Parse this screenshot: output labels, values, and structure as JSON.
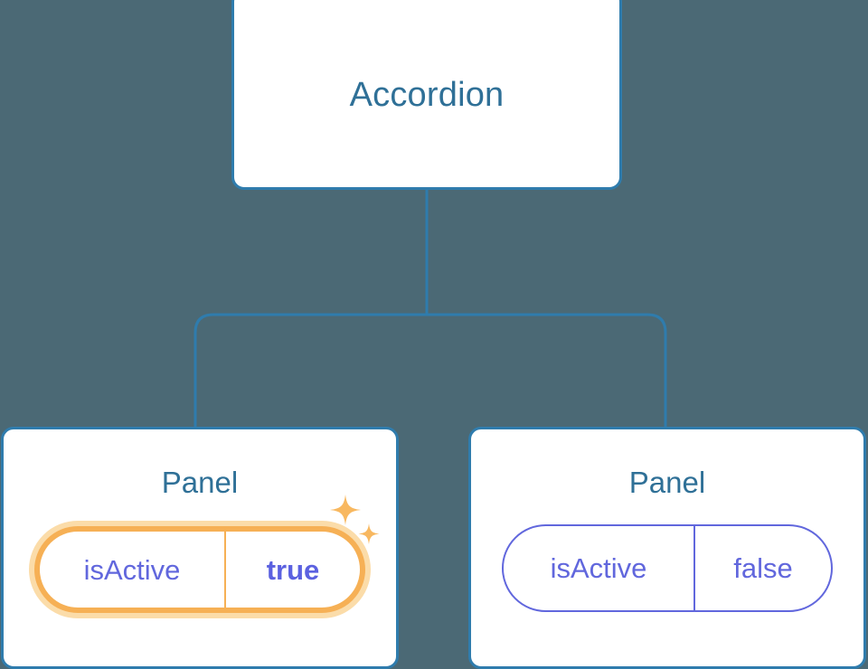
{
  "canvas": {
    "background_color": "#4b6975",
    "node_border_color": "#2f7cad",
    "node_title_color": "#2f7097",
    "connector_color": "#2f7cad",
    "prop_color": "#6167dd",
    "highlight_color": "#f6b055",
    "highlight_glow_color": "#fbdca9",
    "sparkle_color": "#f8b860"
  },
  "tree": {
    "root": {
      "title": "Accordion"
    },
    "children": [
      {
        "title": "Panel",
        "highlighted": true,
        "prop": {
          "key": "isActive",
          "value": "true"
        }
      },
      {
        "title": "Panel",
        "highlighted": false,
        "prop": {
          "key": "isActive",
          "value": "false"
        }
      }
    ]
  }
}
